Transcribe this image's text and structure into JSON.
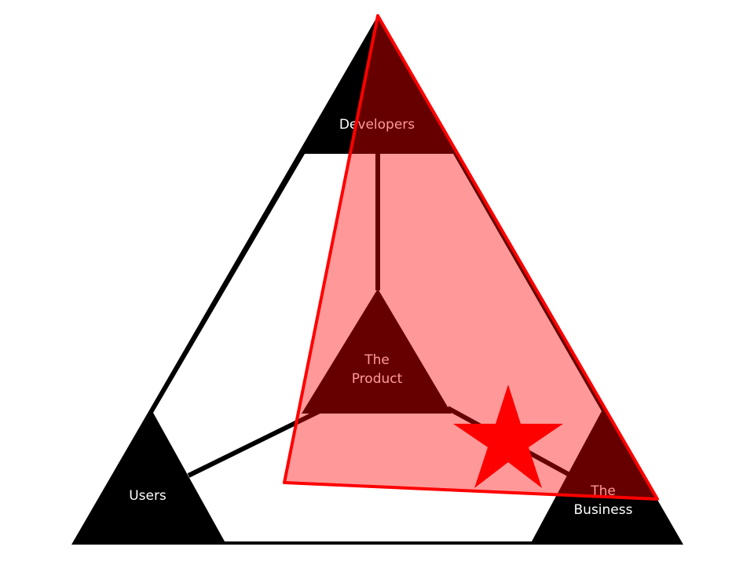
{
  "diagram": {
    "nodes": {
      "developers": {
        "label": "Developers"
      },
      "product": {
        "line1": "The",
        "line2": "Product"
      },
      "users": {
        "label": "Users"
      },
      "business": {
        "line1": "The",
        "line2": "Business"
      }
    }
  },
  "colors": {
    "background": "#ffffff",
    "structure": "#000000",
    "highlight_fill": "#ff9a9a",
    "highlight_dark": "#660000",
    "highlight_stroke": "#ff0000",
    "star": "#ff0000"
  },
  "overlay": {
    "highlight_shape": "triangle",
    "marker_icon": "star-icon"
  }
}
